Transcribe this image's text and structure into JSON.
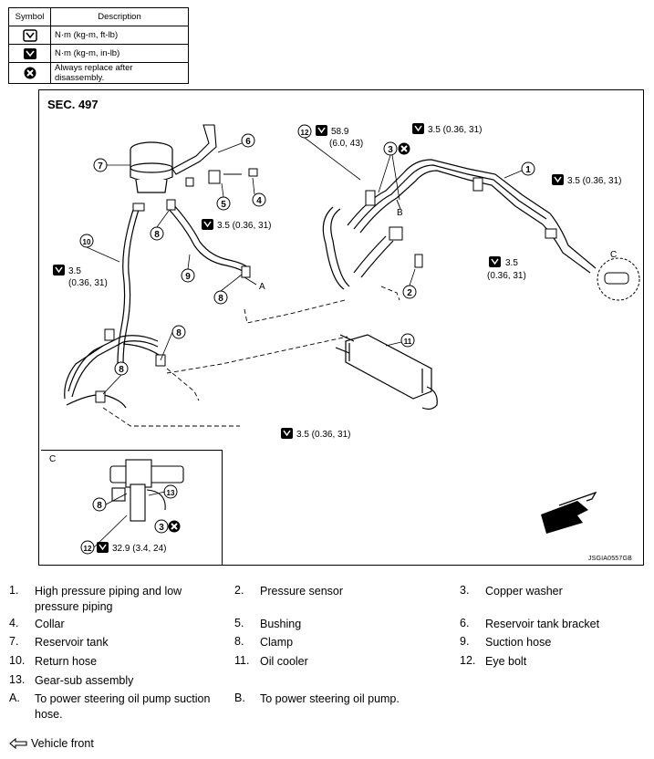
{
  "symbol_table": {
    "headers": [
      "Symbol",
      "Description"
    ],
    "rows": [
      {
        "icon": "torque-wrench-icon",
        "desc": "N·m (kg-m, ft-lb)"
      },
      {
        "icon": "torque-wrench-filled-icon",
        "desc": "N·m (kg-m, in-lb)"
      },
      {
        "icon": "always-replace-icon",
        "desc": "Always replace after disassembly."
      }
    ]
  },
  "diagram": {
    "section": "SEC. 497",
    "figure_id": "JSGIA0557GB",
    "inset_label": "C",
    "detail_label": "C",
    "torques": {
      "t_top_right": "3.5 (0.36, 31)",
      "t_center_top": "3.5 (0.36, 31)",
      "t_right_side": "3.5 (0.36, 31)",
      "t_right_lower_a": "3.5",
      "t_right_lower_b": "(0.36, 31)",
      "t_left_a": "3.5",
      "t_left_b": "(0.36, 31)",
      "t_eye_bolt_a": "58.9",
      "t_eye_bolt_b": "(6.0, 43)",
      "t_cooler": "3.5 (0.36, 31)",
      "t_inset": "32.9 (3.4, 24)"
    },
    "arrow_labels": {
      "a": "A",
      "b": "B"
    }
  },
  "legend": [
    {
      "key": "1.",
      "text": "High pressure piping and low pressure piping"
    },
    {
      "key": "2.",
      "text": "Pressure sensor"
    },
    {
      "key": "3.",
      "text": "Copper washer"
    },
    {
      "key": "4.",
      "text": "Collar"
    },
    {
      "key": "5.",
      "text": "Bushing"
    },
    {
      "key": "6.",
      "text": "Reservoir tank bracket"
    },
    {
      "key": "7.",
      "text": "Reservoir tank"
    },
    {
      "key": "8.",
      "text": "Clamp"
    },
    {
      "key": "9.",
      "text": "Suction hose"
    },
    {
      "key": "10.",
      "text": "Return hose"
    },
    {
      "key": "11.",
      "text": "Oil cooler"
    },
    {
      "key": "12.",
      "text": "Eye bolt"
    },
    {
      "key": "13.",
      "text": "Gear-sub assembly"
    },
    {
      "key": "A.",
      "text": "To power steering oil pump suction hose."
    },
    {
      "key": "B.",
      "text": "To power steering oil pump."
    }
  ],
  "vehicle_front": {
    "icon": "vehicle-front-arrow-icon",
    "text": "Vehicle front"
  }
}
